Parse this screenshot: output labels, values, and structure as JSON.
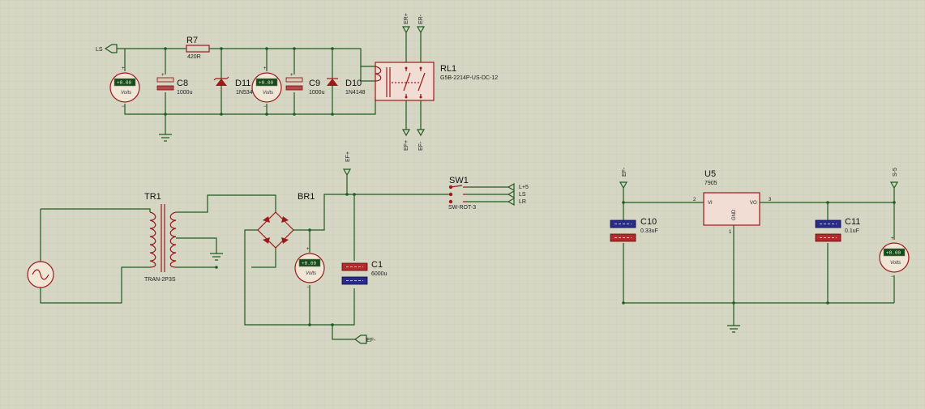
{
  "colors": {
    "background": "#d6d6c4",
    "grid": "#c2c2ae",
    "wire": "#1f5c1f",
    "component": "#9b1a1a",
    "meter_body": "#f2ece0",
    "meter_display": "#1a4a1a",
    "cap_fill_red": "#b22b2b",
    "cap_fill_blue": "#2b2b8a",
    "relay_fill": "#f2ddd4",
    "regulator_fill": "#f2ddd4"
  },
  "components": {
    "r7": {
      "ref": "R7",
      "value": "420R"
    },
    "c8": {
      "ref": "C8",
      "value": "1000u"
    },
    "d11": {
      "ref": "D11",
      "value": "1N5349BRL"
    },
    "c9": {
      "ref": "C9",
      "value": "1000u"
    },
    "d10": {
      "ref": "D10",
      "value": "1N4148"
    },
    "rl1": {
      "ref": "RL1",
      "value": "G5B-2214P-US-DC-12"
    },
    "tr1": {
      "ref": "TR1",
      "value": "TRAN-2P3S"
    },
    "br1": {
      "ref": "BR1"
    },
    "c1": {
      "ref": "C1",
      "value": "6000u"
    },
    "sw1": {
      "ref": "SW1",
      "value": "SW-ROT-3"
    },
    "u5": {
      "ref": "U5",
      "value": "7905",
      "pin_vi": "VI",
      "pin_vo": "VO",
      "pin_gnd": "GND",
      "pin_num_vi": "2",
      "pin_num_vo": "3",
      "pin_num_gnd": "1"
    },
    "c10": {
      "ref": "C10",
      "value": "0.33uF"
    },
    "c11": {
      "ref": "C11",
      "value": "0.1uF"
    }
  },
  "terminals": {
    "ls": "LS",
    "er_plus": "ER+",
    "er_minus": "ER-",
    "ef_plus": "EF+",
    "ef_minus": "EF-",
    "l5": "L+5",
    "ls2": "LS",
    "lr": "LR",
    "s5": "S-5"
  },
  "meters": {
    "unit": "Volts",
    "reading": "+0.00",
    "plus": "+",
    "minus": "−"
  }
}
